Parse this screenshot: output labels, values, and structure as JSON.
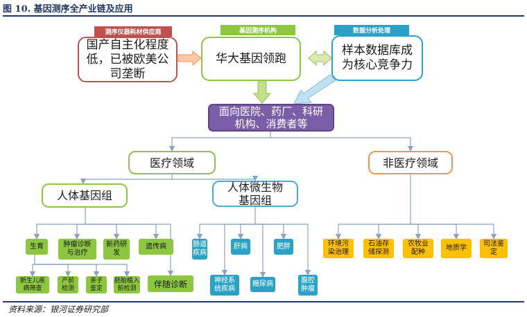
{
  "figure_title": "图 10. 基因测序全产业链及应用",
  "source": "资料来源：银河证券研究部",
  "headers": {
    "supplier": "测序仪器耗材供应商",
    "agency": "基因测序机构",
    "analysis": "数据分析处理"
  },
  "top": {
    "supplier": "国产自主化程度低，已被欧美公司垄断",
    "agency": "华大基因领跑",
    "analysis": "样本数据库成为核心竞争力"
  },
  "customers": "面向医院、药厂、科研机构、消费者等",
  "domains": {
    "medical": "医疗领域",
    "nonmedical": "非医疗领域"
  },
  "genome": {
    "human": "人体基因组",
    "microbe": "人体微生物基因组"
  },
  "human_items": [
    "生育",
    "肿瘤诊断与治疗",
    "新药研发",
    "遗传病"
  ],
  "birth_items": [
    "新生儿疾病筛查",
    "产前检测",
    "亲子鉴定",
    "胚胎植入前检测"
  ],
  "companion": "伴随诊断",
  "microbe_items": [
    "肠道疾病",
    "肝病",
    "肥胖",
    "神经系统疾病",
    "糖尿病",
    "腹腔肿瘤"
  ],
  "nonmed_items": [
    "环境污染治理",
    "石油存储探测",
    "农牧业配种",
    "地质学",
    "司法鉴定"
  ],
  "colors": {
    "supplier": "#c0504d",
    "agency": "#8dc63f",
    "analysis": "#2aa2c6",
    "customers": "#7b5ea7",
    "orange": "#f79646",
    "medical_border": "#9bbb59",
    "genome_border": "#8dc63f",
    "microbe_border": "#4bacc6",
    "green_pill": "#8dc63f",
    "blue_pill": "#2aa2c6",
    "yellow_pill": "#ffc000"
  }
}
